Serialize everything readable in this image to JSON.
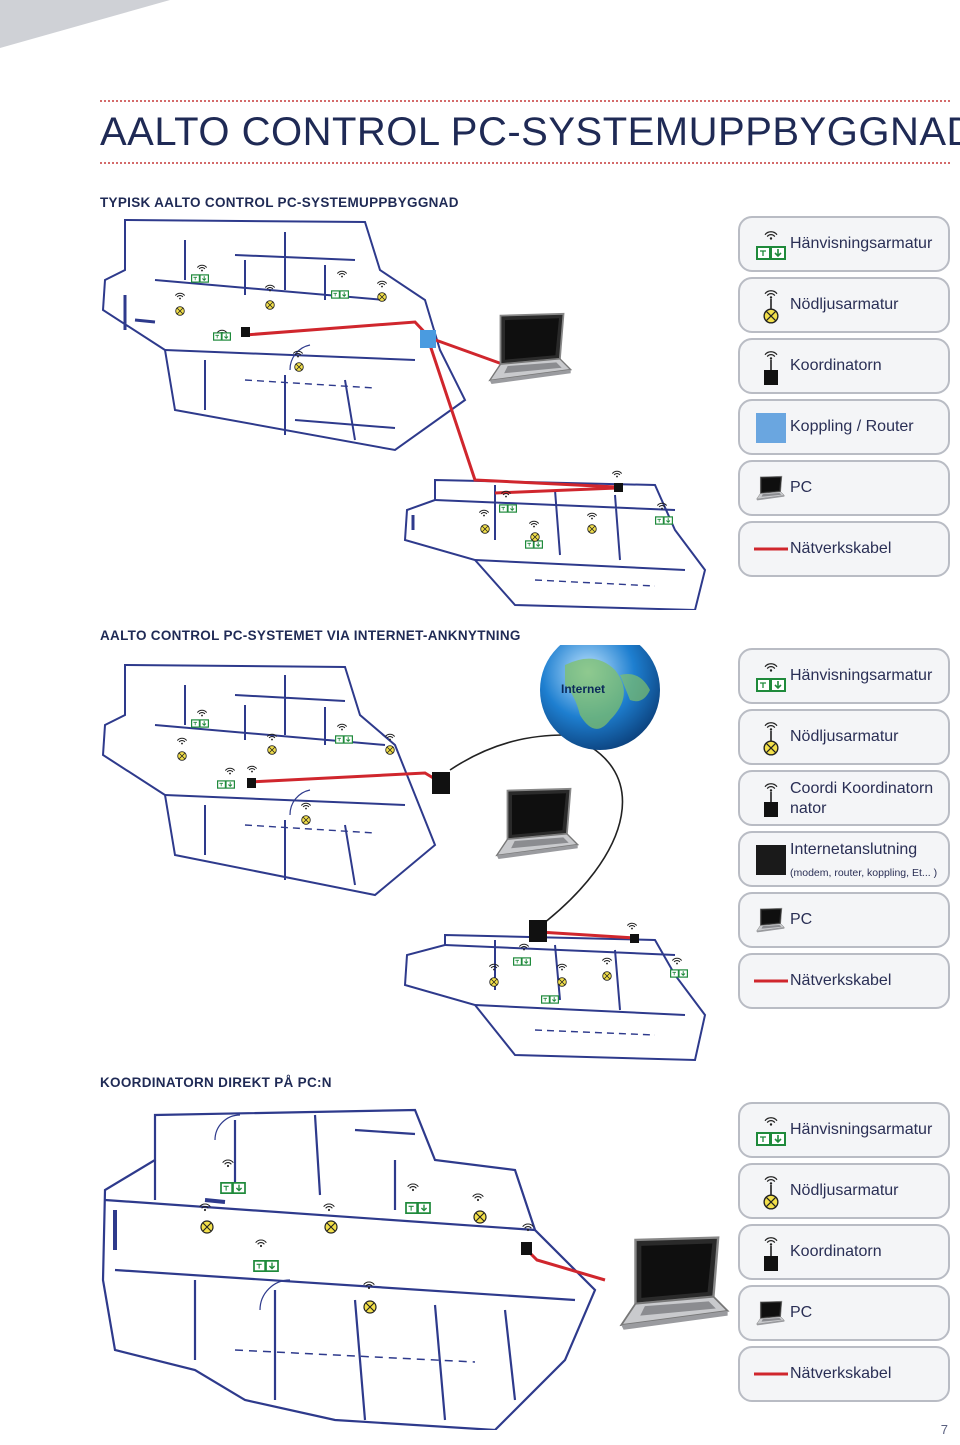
{
  "page": {
    "title": "AALTO CONTROL PC-SYSTEMUPPBYGGNAD",
    "page_number": "7"
  },
  "sections": [
    {
      "title": "TYPISK AALTO CONTROL PC-SYSTEMUPPBYGGNAD",
      "legend": [
        {
          "icon": "exit-sign-icon",
          "label": "Hänvisningsarmatur"
        },
        {
          "icon": "emergency-light-icon",
          "label": "Nödljusarmatur"
        },
        {
          "icon": "coordinator-icon",
          "label": "Koordinatorn"
        },
        {
          "icon": "switch-router-icon",
          "label": "Koppling / Router"
        },
        {
          "icon": "laptop-icon",
          "label": "PC"
        },
        {
          "icon": "network-cable-icon",
          "label": "Nätverkskabel"
        }
      ]
    },
    {
      "title": "AALTO CONTROL PC-SYSTEMET VIA INTERNET-ANKNYTNING",
      "globe_label": "Internet",
      "legend": [
        {
          "icon": "exit-sign-icon",
          "label": "Hänvisningsarmatur"
        },
        {
          "icon": "emergency-light-icon",
          "label": "Nödljusarmatur"
        },
        {
          "icon": "coordinator-icon",
          "label": "Coordi Koordinatorn nator"
        },
        {
          "icon": "internet-connection-icon",
          "label": "Internetanslutning",
          "sublabel": "(modem, router, koppling, Et... )"
        },
        {
          "icon": "laptop-icon",
          "label": "PC"
        },
        {
          "icon": "network-cable-icon",
          "label": "Nätverkskabel"
        }
      ]
    },
    {
      "title": "KOORDINATORN DIREKT PÅ PC:N",
      "legend": [
        {
          "icon": "exit-sign-icon",
          "label": "Hänvisningsarmatur"
        },
        {
          "icon": "emergency-light-icon",
          "label": "Nödljusarmatur"
        },
        {
          "icon": "coordinator-icon",
          "label": "Koordinatorn"
        },
        {
          "icon": "laptop-icon",
          "label": "PC"
        },
        {
          "icon": "network-cable-icon",
          "label": "Nätverkskabel"
        }
      ]
    }
  ],
  "colors": {
    "text": "#1f2a55",
    "blueprint": "#2e3a8c",
    "cable": "#d0262d",
    "exit_green": "#1f8a3b",
    "emergency_yellow": "#f3e04a",
    "router_blue": "#4a9be0",
    "accent_dots": "#d46a6a"
  }
}
